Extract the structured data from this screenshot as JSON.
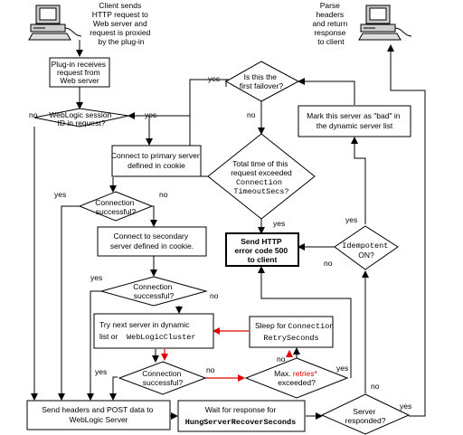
{
  "client_text": [
    "Client sends",
    "HTTP request to",
    "Web server and",
    "request is proxied",
    "by the plug-in"
  ],
  "parse_text": [
    "Parse",
    "headers",
    "and return",
    "response",
    "to client"
  ],
  "plugin_box": [
    "Plug-in receives",
    "request from",
    "Web server"
  ],
  "session_diamond": [
    "WebLogic session",
    "ID in request?"
  ],
  "first_failover": [
    "Is this the",
    "first failover?"
  ],
  "mark_bad": [
    "Mark this server as \"bad\" in",
    "the dynamic server list"
  ],
  "primary_box": [
    "Connect to primary server",
    "defined in cookie"
  ],
  "total_time": [
    "Total time of this",
    "request exceeded"
  ],
  "total_time_mono": [
    "Connection",
    "TimeoutSecs?"
  ],
  "conn1": [
    "Connection",
    "successful?"
  ],
  "secondary_box": [
    "Connect to secondary",
    "server defined in cookie."
  ],
  "send_500": [
    "Send HTTP",
    "error code 500",
    "to client"
  ],
  "idempotent": [
    "Idempotent",
    "ON?"
  ],
  "conn2": [
    "Connection",
    "successful?"
  ],
  "try_next": [
    "Try next server in dynamic",
    "list or "
  ],
  "try_next_mono": "WebLogicCluster",
  "sleep_for": "Sleep for ",
  "sleep_mono": [
    "Connection",
    "RetrySeconds"
  ],
  "conn3": [
    "Connection",
    "successful?"
  ],
  "max_retries_a": "Max. ",
  "max_retries_b": "retries*",
  "max_retries_c": "exceeded?",
  "send_headers": [
    "Send headers and POST data to",
    "WebLogic Server"
  ],
  "wait_for": "Wait for response for",
  "wait_mono": "HungServerRecoverSeconds",
  "server_responded": [
    "Server",
    "responded?"
  ],
  "yes": "yes",
  "no": "no",
  "colors": {
    "red": "#e00000",
    "line": "#000000"
  }
}
